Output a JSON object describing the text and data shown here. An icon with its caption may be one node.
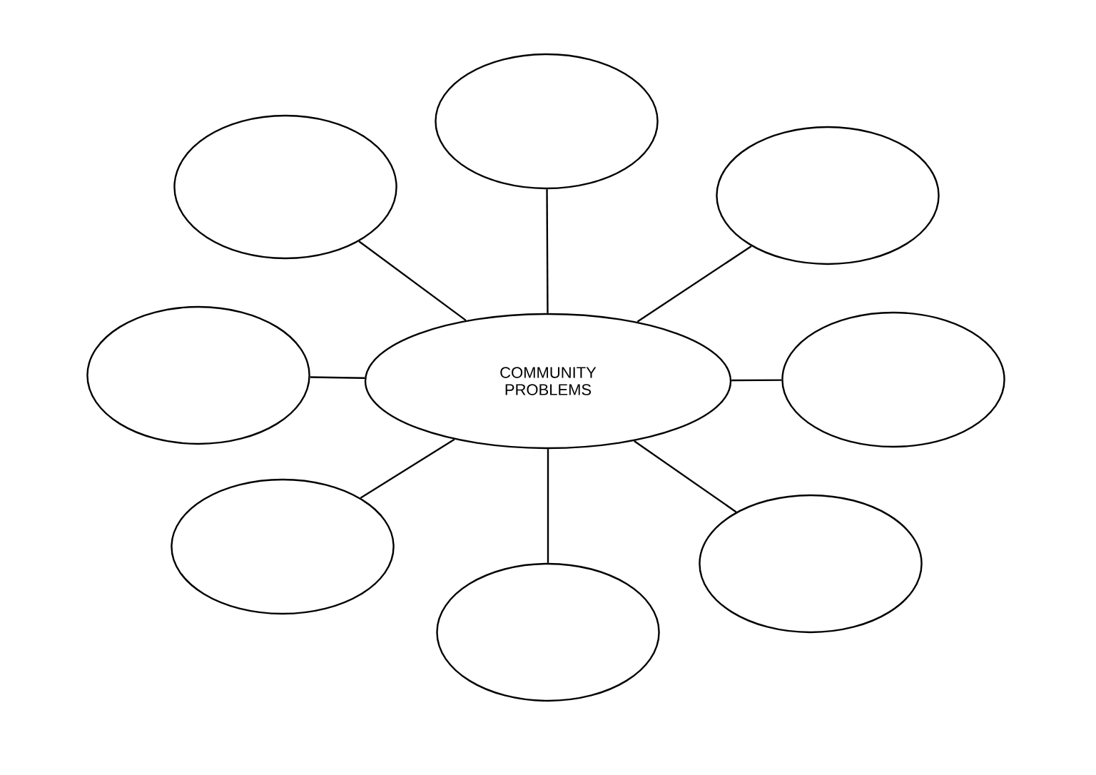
{
  "diagram": {
    "nodes": [
      {
        "text": [],
        "shape": "ellipse"
      },
      {
        "text": [],
        "shape": "ellipse"
      },
      {
        "text": [],
        "shape": "ellipse"
      },
      {
        "text": [],
        "shape": "ellipse"
      },
      {
        "text": [
          "COMMUNITY PROBLEMS"
        ]
      },
      {
        "text": [],
        "shape": "ellipse"
      },
      {
        "text": [],
        "shape": "ellipse"
      },
      {
        "text": [],
        "shape": "ellipse"
      },
      {
        "text": [],
        "shape": "ellipse"
      }
    ],
    "edges": [
      {
        "from": 4,
        "to": 0,
        "arrow": "none"
      },
      {
        "from": 4,
        "to": 1,
        "arrow": "none"
      },
      {
        "from": 4,
        "to": 2,
        "arrow": "none"
      },
      {
        "from": 4,
        "to": 3,
        "arrow": "none"
      },
      {
        "from": 4,
        "to": 5,
        "arrow": "none"
      },
      {
        "from": 4,
        "to": 6,
        "arrow": "none"
      },
      {
        "from": 4,
        "to": 7,
        "arrow": "none"
      },
      {
        "from": 4,
        "to": 8,
        "arrow": "none"
      }
    ]
  }
}
